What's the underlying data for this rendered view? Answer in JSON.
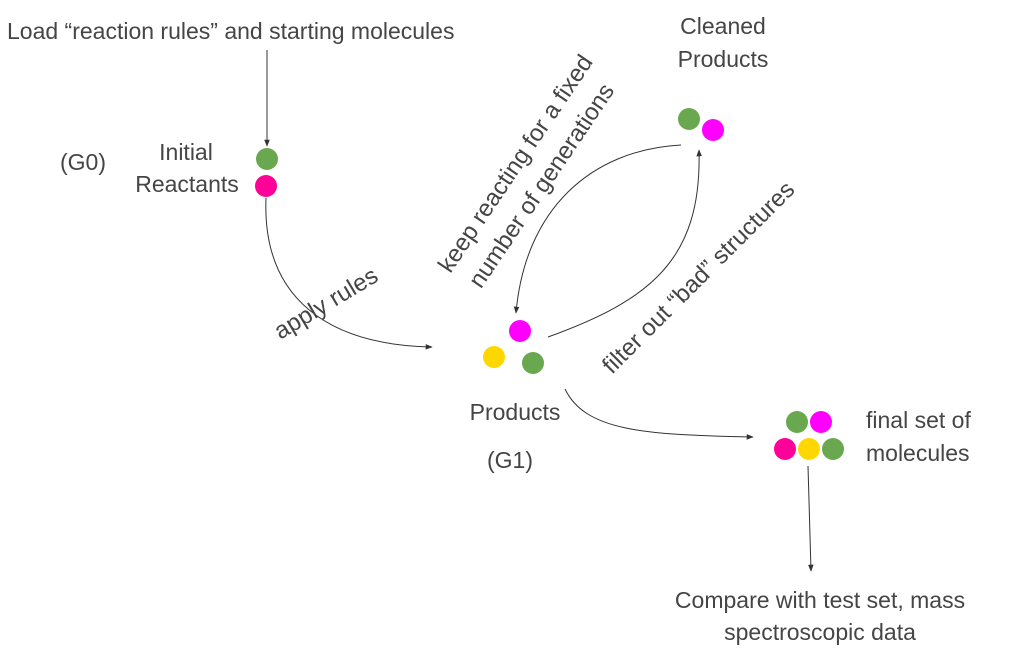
{
  "labels": {
    "load": "Load “reaction rules” and starting molecules",
    "g0": "(G0)",
    "initial_1": "Initial",
    "initial_2": "Reactants",
    "apply_rules": "apply rules",
    "cleaned_1": "Cleaned",
    "cleaned_2": "Products",
    "keep_1": "keep reacting for a fixed",
    "keep_2": "number of generations",
    "filter": "filter out “bad” structures",
    "products": "Products",
    "g1": "(G1)",
    "final_1": "final set of",
    "final_2": "molecules",
    "compare_1": "Compare with test set, mass",
    "compare_2": "spectroscopic data"
  },
  "colors": {
    "green": "#6aa84f",
    "magenta": "#ff00ff",
    "pink": "#ff0099",
    "yellow": "#ffd700",
    "text": "#454545",
    "arrow": "#333333"
  }
}
